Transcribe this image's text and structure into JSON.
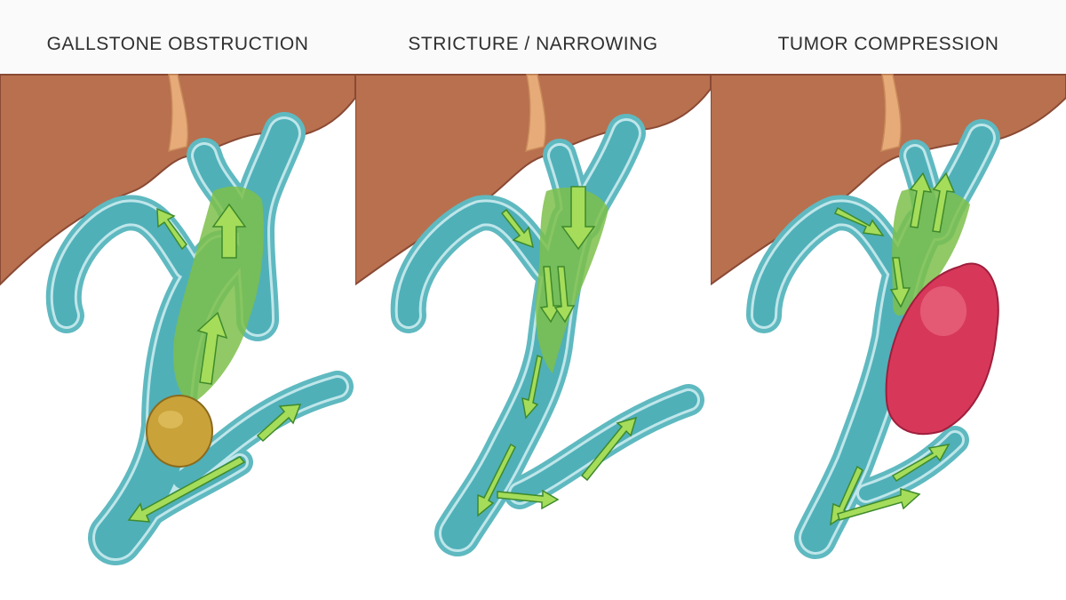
{
  "panels": [
    {
      "title": "GALLSTONE OBSTRUCTION"
    },
    {
      "title": "STRICTURE / NARROWING"
    },
    {
      "title": "TUMOR COMPRESSION"
    }
  ],
  "colors": {
    "liver": "#b8704f",
    "liver_dark": "#8a4a34",
    "ligament": "#e6ab78",
    "duct_wall": "#4fb8c0",
    "duct_wall_light": "#bfe6ea",
    "bile": "#7cbf4a",
    "arrow": "#a5dc5a",
    "arrow_outline": "#3e8a2c",
    "stone": "#c9a23a",
    "tumor": "#d7385a"
  }
}
